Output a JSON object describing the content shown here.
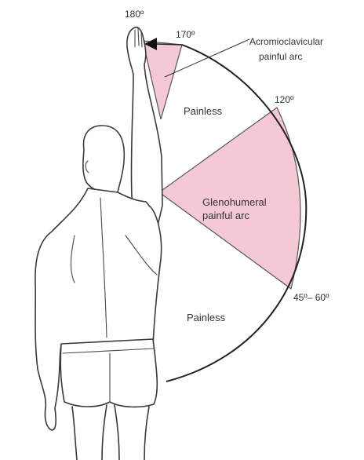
{
  "labels": {
    "deg_180": "180º",
    "deg_170": "170º",
    "acromio_line1": "Acromioclavicular",
    "acromio_line2": "painful arc",
    "deg_120": "120º",
    "painless_upper": "Painless",
    "gleno_line1": "Glenohumeral",
    "gleno_line2": "painful arc",
    "painless_lower": "Painless",
    "deg_45_60": "45º– 60º"
  },
  "colors": {
    "painful_fill": "#f4c9d3",
    "painful_stroke": "#555555",
    "arc_stroke": "#222222",
    "text": "#333333"
  },
  "arc": {
    "painful_arcs": [
      {
        "name": "acromioclavicular",
        "from_deg": 170,
        "to_deg": 180
      },
      {
        "name": "glenohumeral",
        "from_deg": 60,
        "to_deg": 120
      }
    ],
    "painless_ranges": [
      {
        "from_deg": 120,
        "to_deg": 170
      },
      {
        "from_deg": 0,
        "to_deg": 60
      }
    ]
  }
}
